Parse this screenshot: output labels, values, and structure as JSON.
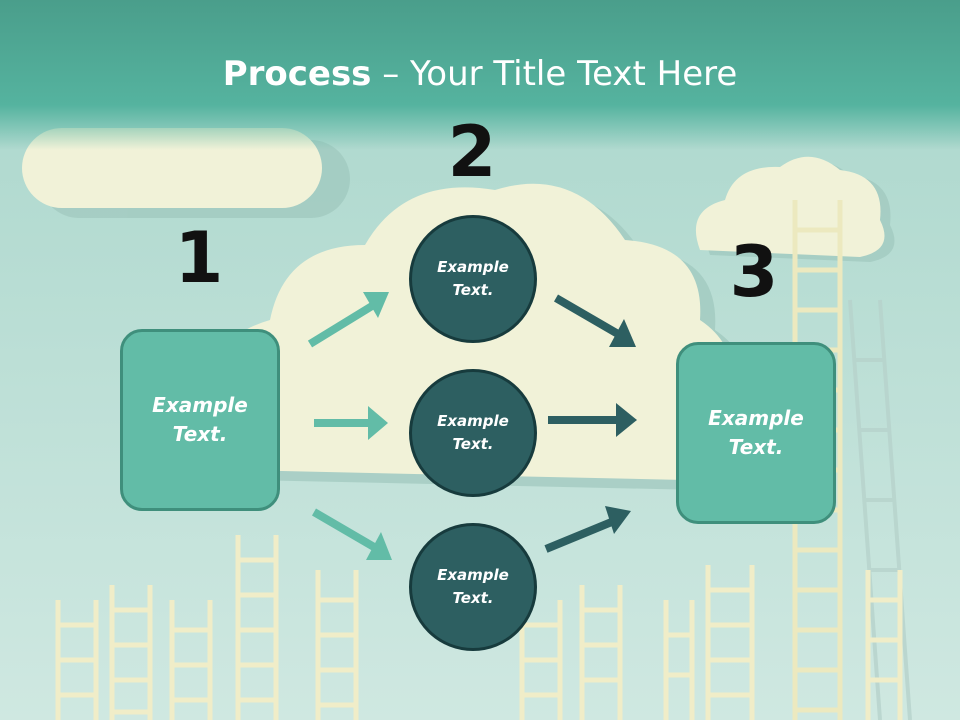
{
  "title": {
    "strong": "Process",
    "rest": " – Your Title Text Here"
  },
  "steps": [
    {
      "number": "1",
      "box": "Example\nText."
    },
    {
      "number": "2",
      "circles": [
        "Example\nText.",
        "Example\nText.",
        "Example\nText."
      ]
    },
    {
      "number": "3",
      "box": "Example\nText."
    }
  ],
  "colors": {
    "header": "#55b39f",
    "box_fill": "#62bca7",
    "circle_fill": "#2d5f61",
    "arrow_light": "#62bca7",
    "arrow_dark": "#2d5f61",
    "background": "#bfe0d8"
  }
}
